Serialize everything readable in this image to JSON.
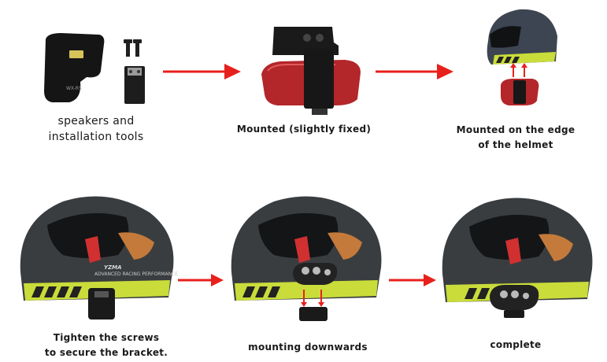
{
  "steps": [
    {
      "caption": "speakers and\ninstallation tools"
    },
    {
      "caption": "Mounted (slightly fixed)"
    },
    {
      "caption": "Mounted on the edge\nof the helmet"
    },
    {
      "caption": "Tighten the screws\nto secure the bracket."
    },
    {
      "caption": "mounting downwards"
    },
    {
      "caption": "complete"
    }
  ],
  "device_label": "WX-R5",
  "helmet_stripe_text": "ADVANCED RACING PERFORMANCE",
  "helmet_brand": "YZMA",
  "colors": {
    "arrow": "#e8201c",
    "helmet": "#3a3d40",
    "stripe": "#c9dc3a",
    "base": "#b3262a"
  }
}
